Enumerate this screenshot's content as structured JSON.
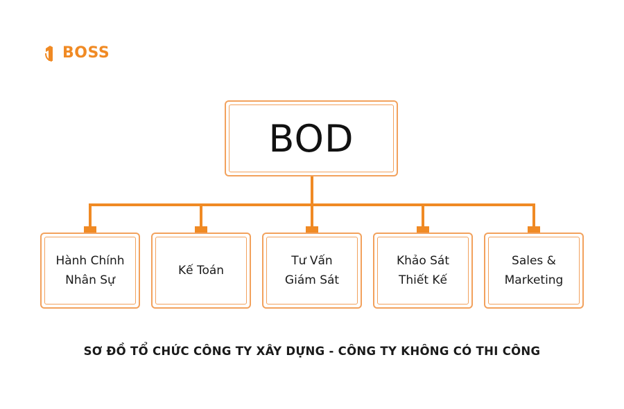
{
  "logo": {
    "text": "BOSS",
    "icon": "boss-logo-mark",
    "color": "#f08a24"
  },
  "chart": {
    "root": {
      "label": "BOD"
    },
    "departments": [
      {
        "label": "Hành Chính\nNhân Sự"
      },
      {
        "label": "Kế Toán"
      },
      {
        "label": "Tư Vấn\nGiám Sát"
      },
      {
        "label": "Khảo Sát\nThiết Kế"
      },
      {
        "label": "Sales &\nMarketing"
      }
    ]
  },
  "caption": "SƠ ĐỒ TỔ CHỨC CÔNG TY XÂY DỰNG - CÔNG TY KHÔNG CÓ THI CÔNG",
  "colors": {
    "accent": "#f08a24",
    "border": "#f2a15c",
    "text": "#1a1a1a"
  }
}
